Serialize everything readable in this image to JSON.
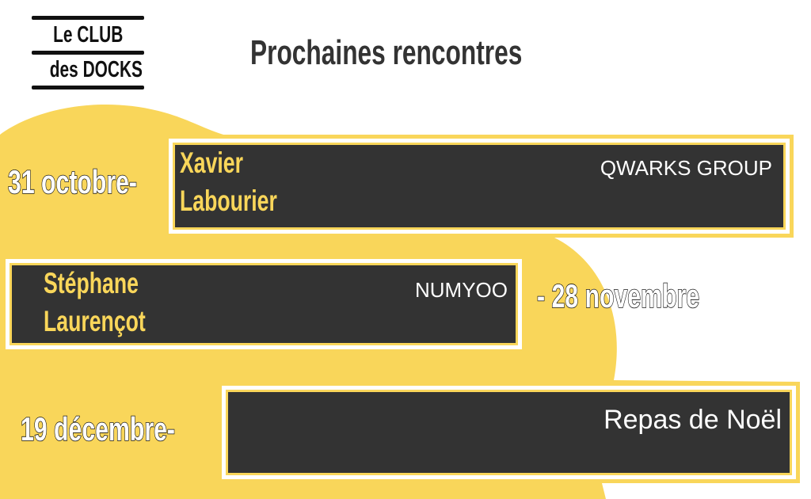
{
  "logo": {
    "line1": "Le CLUB",
    "line2": "des DOCKS"
  },
  "title": "Prochaines rencontres",
  "colors": {
    "accent": "#f9d65a",
    "dark": "#333333"
  },
  "events": [
    {
      "date": "31 octobre-",
      "name_line1": "Xavier",
      "name_line2": "Labourier",
      "org": "QWARKS GROUP"
    },
    {
      "date": "- 28 novembre",
      "name_line1": "Stéphane",
      "name_line2": "Laurençot",
      "org": "NUMYOO"
    },
    {
      "date": "19 décembre-",
      "org": "Repas de Noël"
    }
  ]
}
